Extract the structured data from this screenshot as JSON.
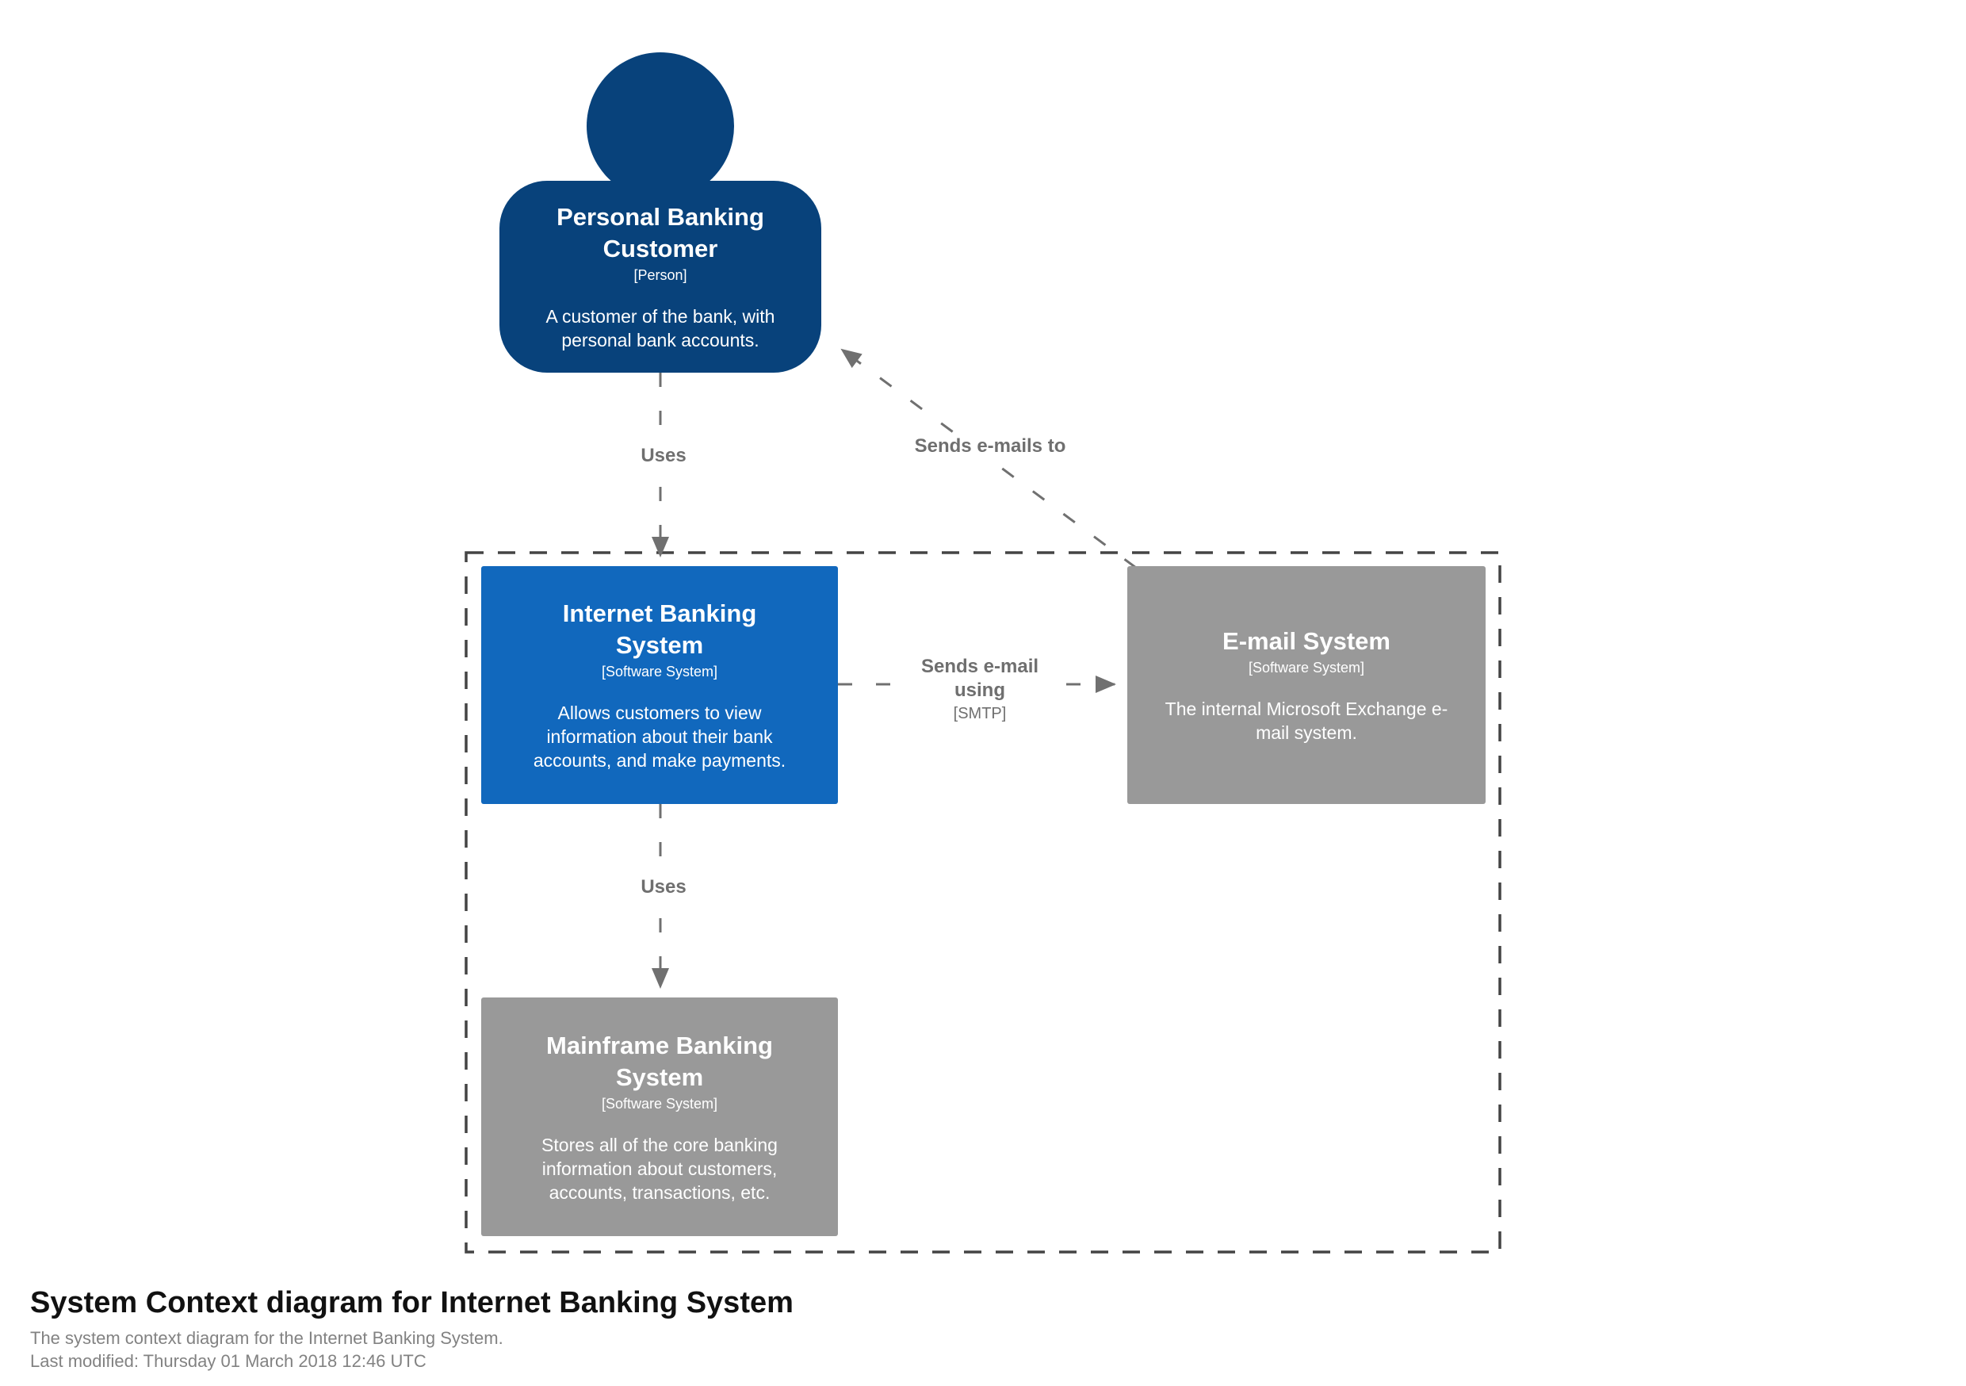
{
  "title_block": {
    "title": "System Context diagram for Internet Banking System",
    "subtitle": "The system context diagram for the Internet Banking System.",
    "last_modified": "Last modified: Thursday 01 March 2018 12:46 UTC"
  },
  "colors": {
    "person_fill": "#08427b",
    "software_system_fill": "#1168bd",
    "external_system_fill": "#999999",
    "node_text": "#ffffff",
    "relationship_line": "#707070",
    "relationship_label": "#6f6f6f",
    "boundary_line": "#444444",
    "title_text": "#111111",
    "subtitle_text": "#828282",
    "background": "#ffffff"
  },
  "nodes": {
    "customer": {
      "name": "Personal Banking Customer",
      "type": "[Person]",
      "description": "A customer of the bank, with personal bank accounts."
    },
    "internet_banking": {
      "name": "Internet Banking System",
      "type": "[Software System]",
      "description": "Allows customers to view information about their bank accounts, and make payments."
    },
    "email": {
      "name": "E-mail System",
      "type": "[Software System]",
      "description": "The internal Microsoft Exchange e-mail system."
    },
    "mainframe": {
      "name": "Mainframe Banking System",
      "type": "[Software System]",
      "description": "Stores all of the core banking information about customers, accounts, transactions, etc."
    }
  },
  "edges": {
    "customer_to_internet_banking": {
      "label": "Uses"
    },
    "email_to_customer": {
      "label": "Sends e-mails to"
    },
    "internet_banking_to_email": {
      "label": "Sends e-mail using",
      "technology": "[SMTP]"
    },
    "internet_banking_to_mainframe": {
      "label": "Uses"
    }
  }
}
